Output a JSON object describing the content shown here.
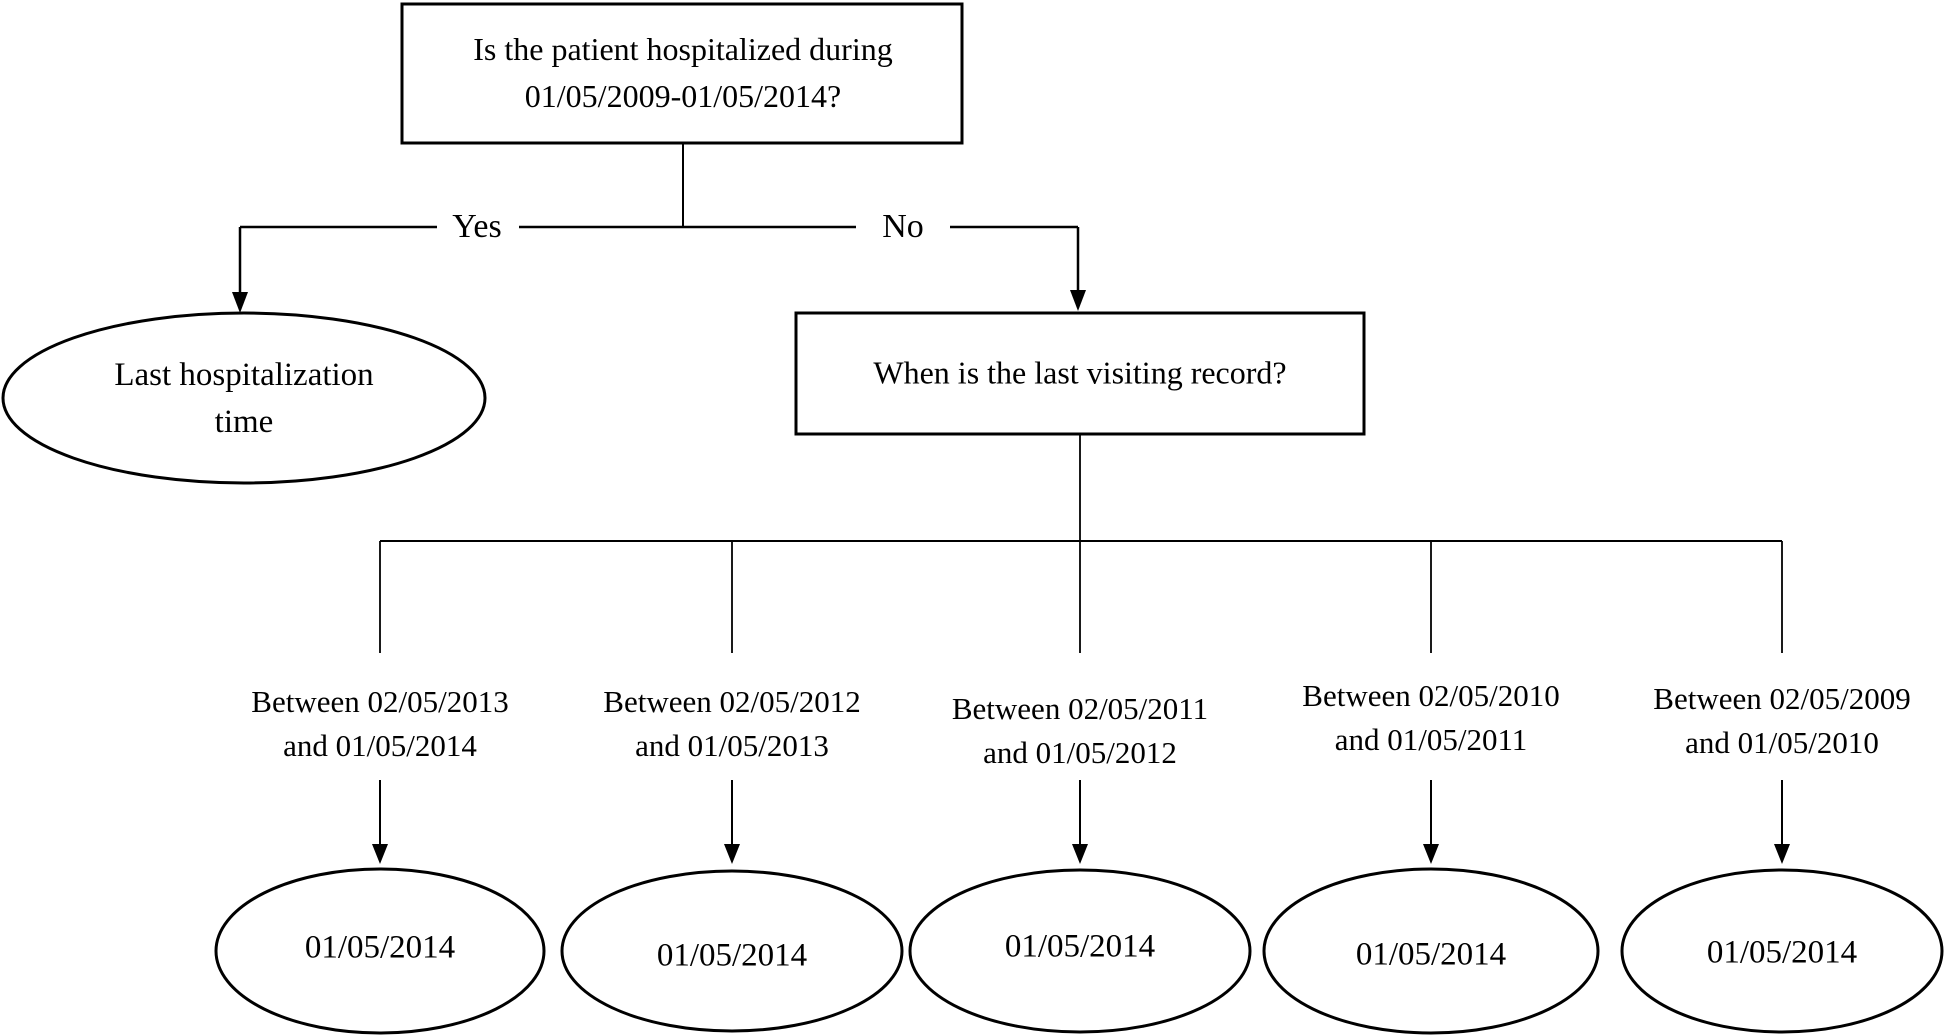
{
  "figure": {
    "background_color": "#ffffff",
    "stroke_color": "#000000"
  },
  "root_question": {
    "line1": "Is the patient hospitalized during",
    "line2": "01/05/2009-01/05/2014?"
  },
  "branch_labels": {
    "yes": "Yes",
    "no": "No"
  },
  "yes_result": {
    "line1": "Last hospitalization",
    "line2": "time"
  },
  "followup_question": {
    "text": "When is the last visiting record?"
  },
  "time_branches": [
    {
      "condition": {
        "line1": "Between 02/05/2013",
        "line2": "and 01/05/2014"
      },
      "result": "01/05/2014"
    },
    {
      "condition": {
        "line1": "Between 02/05/2012",
        "line2": "and 01/05/2013"
      },
      "result": "01/05/2014"
    },
    {
      "condition": {
        "line1": "Between 02/05/2011",
        "line2": "and 01/05/2012"
      },
      "result": "01/05/2014"
    },
    {
      "condition": {
        "line1": "Between 02/05/2010",
        "line2": "and 01/05/2011"
      },
      "result": "01/05/2014"
    },
    {
      "condition": {
        "line1": "Between 02/05/2009",
        "line2": "and 01/05/2010"
      },
      "result": "01/05/2014"
    }
  ]
}
